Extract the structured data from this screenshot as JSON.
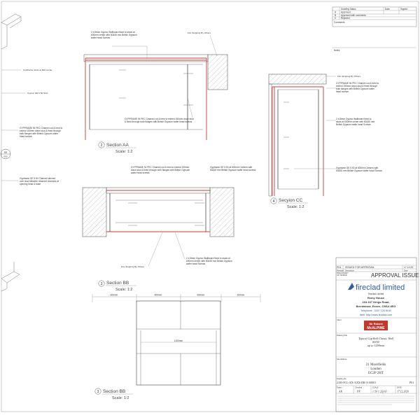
{
  "revision_table": {
    "rows": [
      {
        "code": "A",
        "status": "Approved"
      },
      {
        "code": "B",
        "status": "Approved with comments"
      },
      {
        "code": "C",
        "status": "Rejected"
      }
    ],
    "headers": {
      "status": "Drawing Status",
      "date": "Date",
      "signed": "Signed"
    },
    "comments_label": "Comments",
    "notes_label": "Notes"
  },
  "left_notes": [
    "Gyplframe studs at 600 center",
    "Gyproc GE 6 50 Stud",
    "GYPFRAME 94 PEC Channel cut & bent to extend 150mm down stud & fixed through both flanges with British Gypsum wafer head screws",
    "Gypframe GE 5 50 Channel sleeved over stud between returned channels at opening head & base"
  ],
  "section_marker": {
    "top": "BB",
    "bottom": "002"
  },
  "section_aa": {
    "title": "Section  AA",
    "number": "2",
    "scale": "Scale: 1:2",
    "note_board": "2 x15mm Gyproc Wallboard fixed to studs at 600mm center with 50&30 mm British Gypsum wafer head Screws",
    "note_firestop": "Fire Stopping By Others",
    "note_channel": "GYPFRAME 94 PEC Channel cut & bent to extend 150mm down stud & fixed through both flanges with British Gypsum wafer head screws"
  },
  "section_bb": {
    "title": "Section  BB",
    "number": "3",
    "scale": "Scale: 1:2",
    "note_channel": "GYPFRAME 94 PEC Channel cut & bent to extend 150mm down stud & fixed through both flanges with British Gypsum wafer head screws",
    "note_stud": "Gypframe GE 5 50 at 600mm Centers with 50&30 mm British Gypsum wafer head screws",
    "note_board": "2 x15mm Gyproc Wallboard fixed to studs at 600mm center with 50&30 mm British Gypsum wafer head Screws",
    "note_firestop": "Fire Stopping By Others"
  },
  "section_cc": {
    "title": "Secyion  CC",
    "number": "4",
    "scale": "Scale: 1:2",
    "note_firestop": "Fire Stopping By Others",
    "note_channel": "GYPFRAME 94 PEC Channel cut & bent to extend 150mm down stud & fixed through both flanges with British Gypsum wafer head screws",
    "note_board": "2 x15mm Gyproc Wallboard fixed to studs at 600mm center with 50&30 mm British Gypsum wafer head Screws",
    "note_stud": "Gypframe GE 5 50 at 600mm Centers with 50&30 mm British Gypsum wafer head Screws"
  },
  "elevation_bb": {
    "title": "Section  BB",
    "number": "3",
    "scale": "Scale: 1:2",
    "dims_top": [
      "600mm",
      "600mm",
      "600mm",
      "600mm"
    ],
    "dim_opening": "1200mm"
  },
  "title_block": {
    "issue_row": {
      "rev": "P01",
      "desc": "ISSUED FOR APPROVAL",
      "date": "17.12.20"
    },
    "rev_headers": {
      "rev": "Revision",
      "desc": "Description",
      "date": "Date"
    },
    "preliminary_label": "PRELIMINARY OR TENDER",
    "approval_title": "APPROVAL ISSUE",
    "company_logo": "fireclad limited",
    "company_name": "Fireclad Limited",
    "address": [
      "Remy House",
      "163-167 Kings Road,",
      "Brentwood, Essex, CM14 4EG"
    ],
    "telephone": "Telephone : 0207 126 8160",
    "web": "Web: http://www.fireclad.com",
    "client_label": "Client",
    "client_logo_top": "Sir Robert",
    "client_logo_bottom": "McALPINE",
    "drawing_title_label": "Drawing Title",
    "drawing_title": [
      "Typical GypWall Classic Wall",
      "80/50",
      "up to 1200mm"
    ],
    "site_label": "Site Address",
    "site": [
      "21 Moorfields",
      "London",
      "EC2P 2HT"
    ],
    "drawing_no_label": "Drawing No.",
    "drawing_no": "2185-FCL-XX-XXX-DR-X-00001",
    "drawing_rev": "P01",
    "footer_headers": {
      "drawn": "Drawn",
      "checked": "Checked",
      "scale": "SCALE",
      "date": "DATE"
    },
    "footer_values": {
      "drawn": "AK",
      "checked": "PF",
      "scale": "1:50 1:2@A3",
      "date": "17.12.2020"
    }
  }
}
